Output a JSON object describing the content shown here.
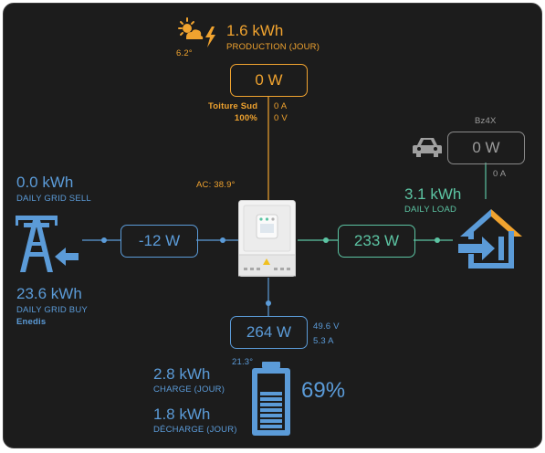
{
  "colors": {
    "production": "#f0a32f",
    "grid": "#5b9bd8",
    "load": "#5cc4a3",
    "battery": "#5b9bd8",
    "muted": "#9b9b9b",
    "background": "#1c1c1c"
  },
  "solar": {
    "icon": "sun-cloud-bolt-icon",
    "temperature": "6.2°",
    "energy": "1.6 kWh",
    "label": "PRODUCTION (JOUR)",
    "power": "0 W",
    "panel_name": "Toiture Sud",
    "panel_percent": "100%",
    "current": "0 A",
    "voltage": "0 V"
  },
  "inverter": {
    "icon": "inverter-icon",
    "ac_temperature": "AC: 38.9°"
  },
  "grid": {
    "icon": "power-tower-icon",
    "sell_energy": "0.0 kWh",
    "sell_label": "DAILY GRID SELL",
    "buy_energy": "23.6 kWh",
    "buy_label": "DAILY GRID BUY",
    "provider": "Enedis",
    "power": "-12 W"
  },
  "load": {
    "icon": "home-import-icon",
    "energy": "3.1 kWh",
    "label": "DAILY LOAD",
    "power": "233 W"
  },
  "car": {
    "icon": "car-icon",
    "name": "Bz4X",
    "power": "0 W",
    "current": "0 A"
  },
  "battery": {
    "icon": "battery-icon",
    "power": "264 W",
    "voltage": "49.6 V",
    "current": "5.3 A",
    "temperature": "21.3°",
    "charge_energy": "2.8 kWh",
    "charge_label": "CHARGE (JOUR)",
    "discharge_energy": "1.8 kWh",
    "discharge_label": "DÉCHARGE (JOUR)",
    "soc": "69%",
    "soc_fraction": 0.69
  }
}
